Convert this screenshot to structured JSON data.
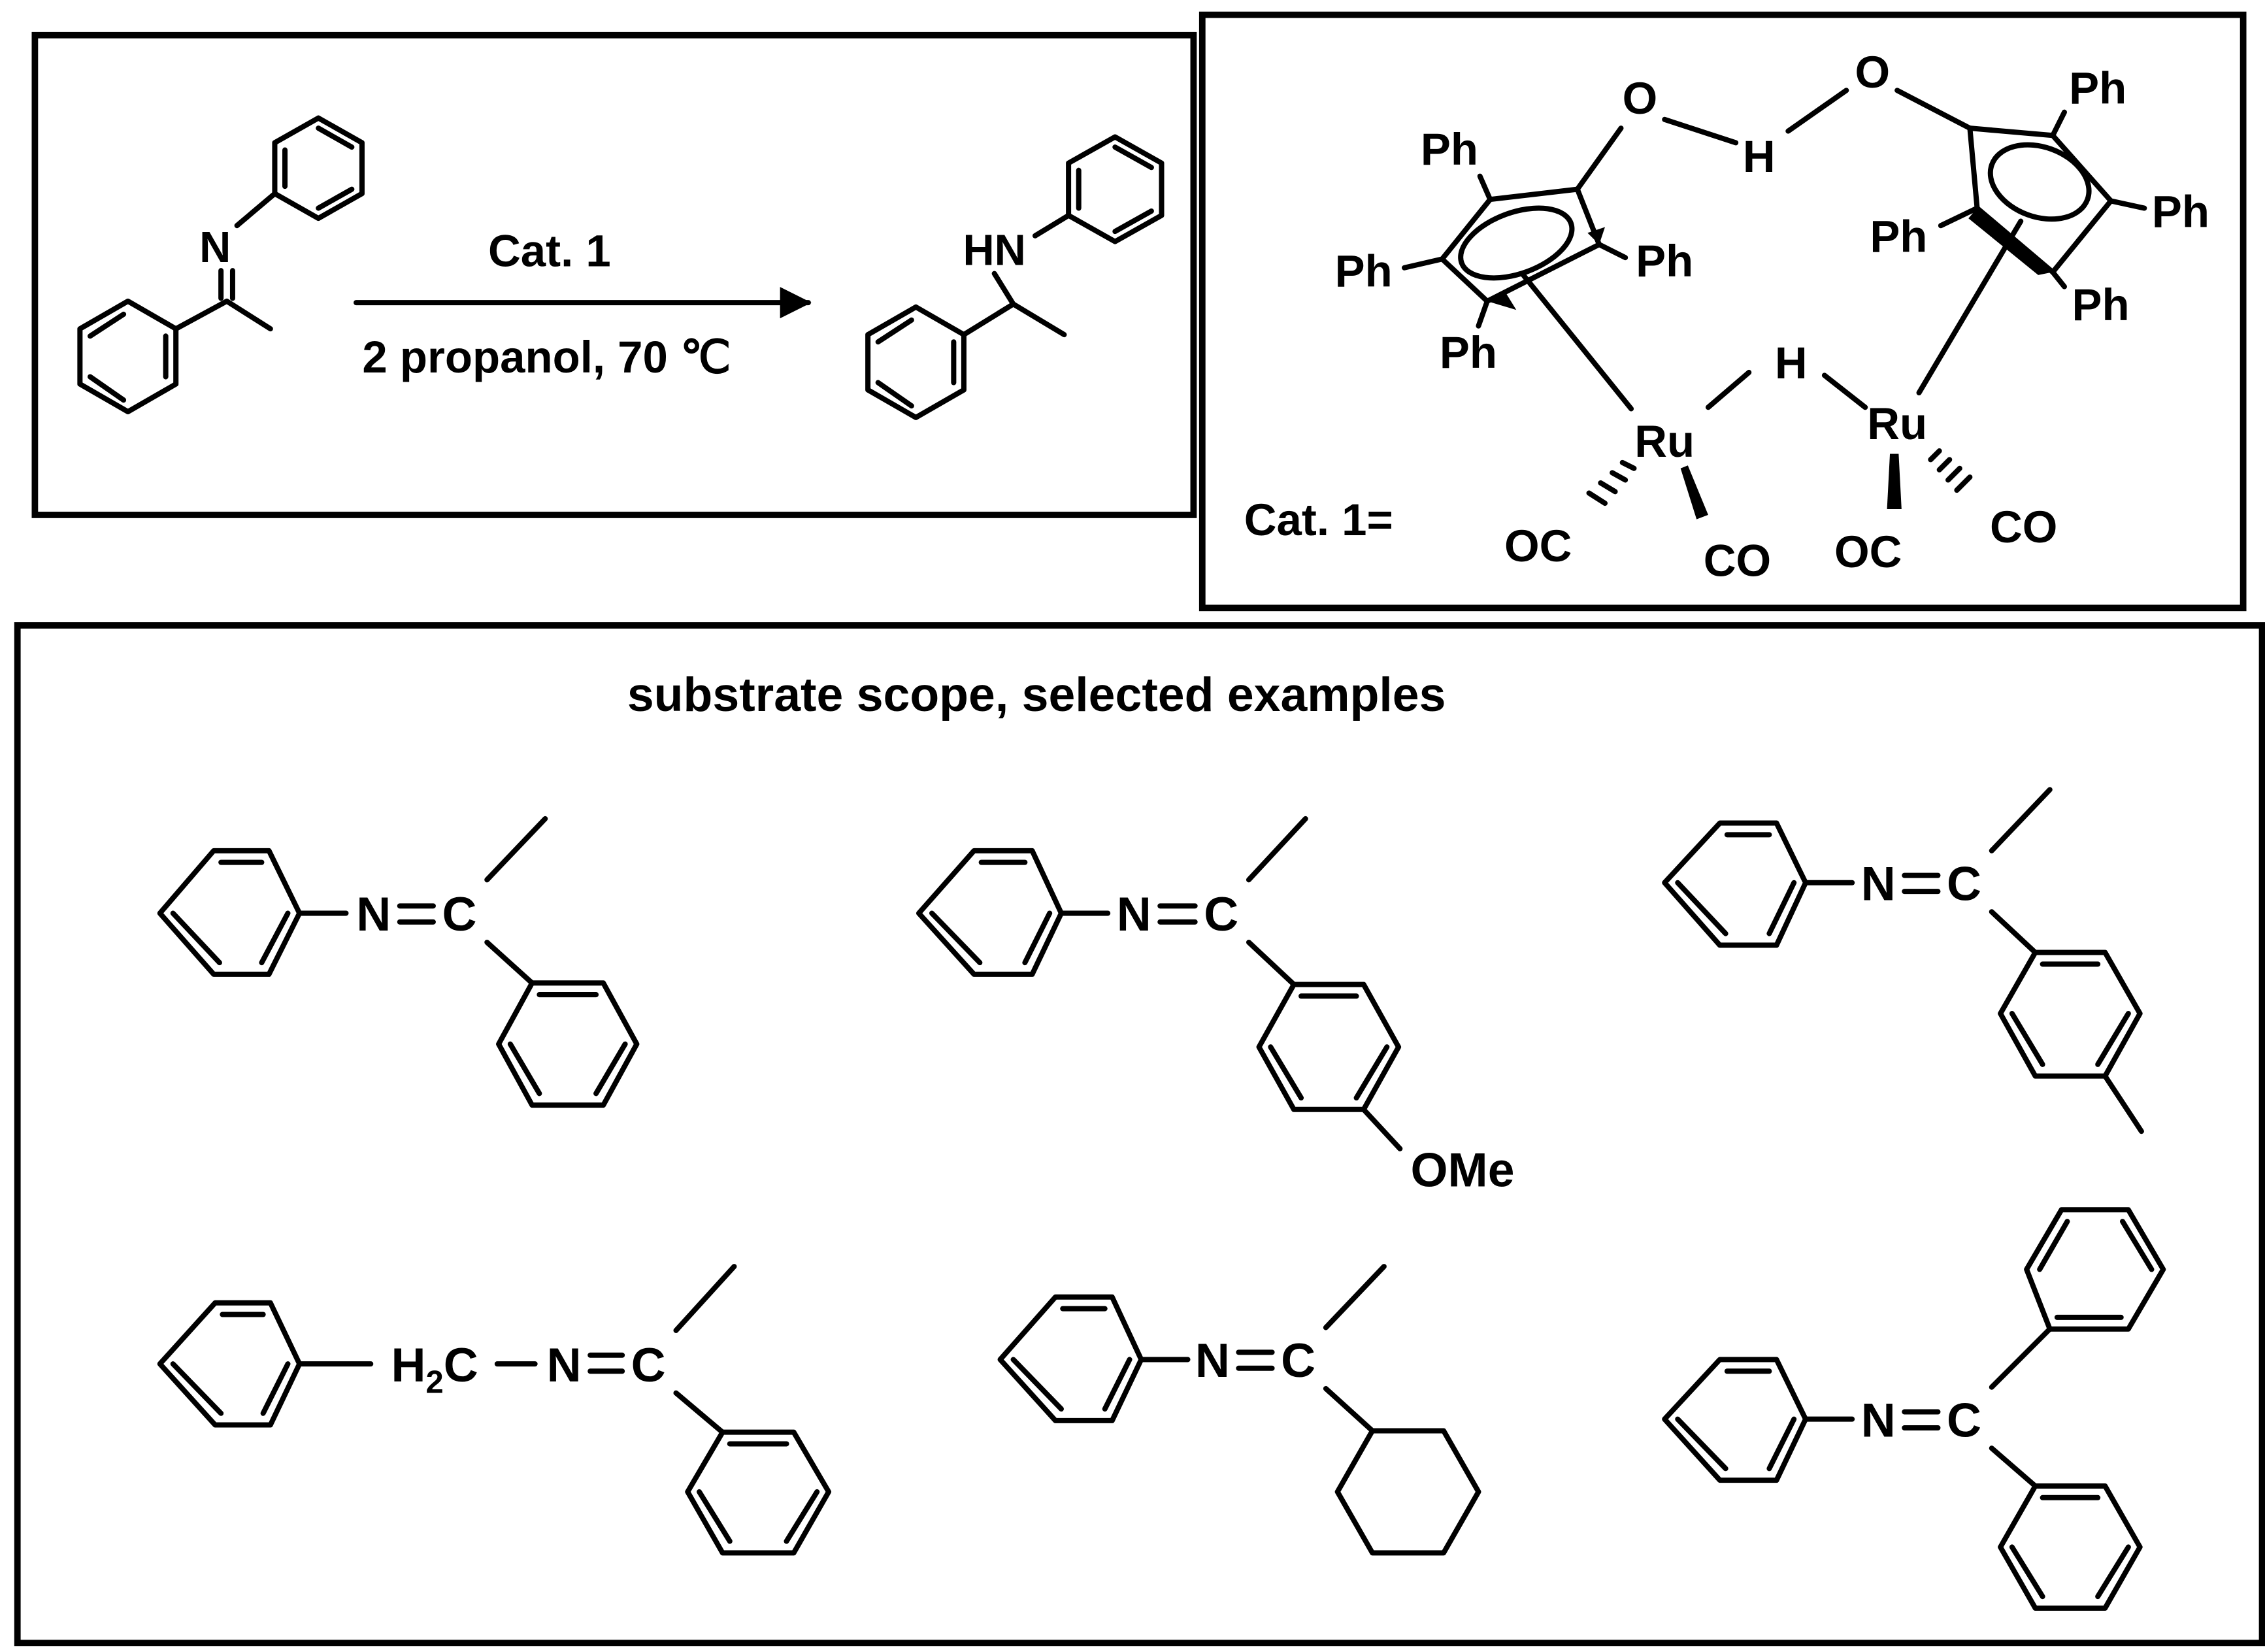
{
  "reaction": {
    "reactant_atoms": {
      "n": "N"
    },
    "product_atoms": {
      "nh": "HN"
    },
    "catalyst_label": "Cat. 1",
    "conditions": "2 propanol, 70 ℃"
  },
  "catalyst": {
    "label": "Cat. 1=",
    "oxygen": "O",
    "hydrogen": "H",
    "phenyl": "Ph",
    "ruthenium": "Ru",
    "hydride": "H",
    "carbonyl_left": "OC",
    "carbonyl_right": "CO"
  },
  "scope": {
    "title": "substrate scope, selected examples",
    "imine_n": "N",
    "imine_c": "C",
    "methoxy": "OMe",
    "methylene": {
      "main": "H",
      "subscript": "2",
      "tail": "C"
    }
  }
}
